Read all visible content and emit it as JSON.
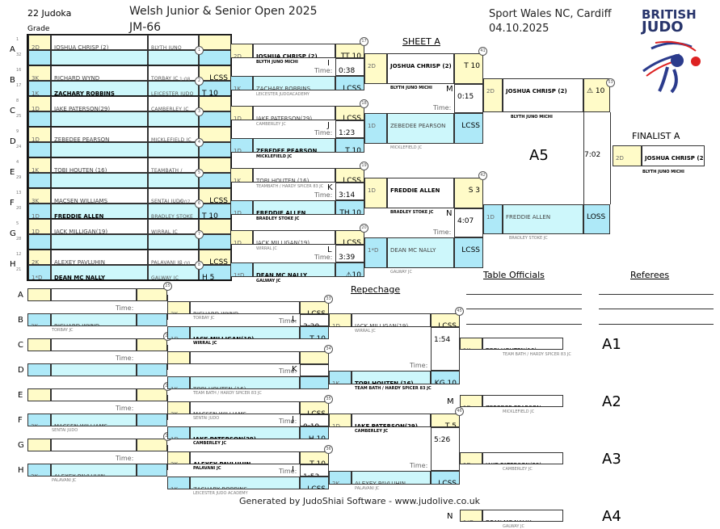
{
  "header": {
    "count": "22 Judoka",
    "grade_label": "Grade",
    "title": "Welsh Junior & Senior Open 2025",
    "category": "JM-66",
    "venue": "Sport Wales NC, Cardiff",
    "date": "04.10.2025",
    "logo_line1": "BRITISH",
    "logo_line2": "JUDO",
    "sheet": "SHEET A",
    "finalist": "FINALIST A",
    "repechage": "Repechage",
    "table_officials": "Table Officials",
    "referees": "Referees",
    "footer": "Generated by JudoShiai Software - www.judolive.co.uk",
    "time_label": "Time:"
  },
  "pool": [
    {
      "letter": "A",
      "n1": "1",
      "n2": "32",
      "g1": "2D",
      "p1": "JOSHUA CHRISP (2)",
      "c1": "BLYTH JUNO MICHI",
      "g2": "",
      "p2": "",
      "c2": "",
      "s1": "",
      "s2": "",
      "time": "",
      "m": "1"
    },
    {
      "letter": "B",
      "n1": "16",
      "n2": "17",
      "g1": "3K",
      "p1": "RICHARD WYND",
      "c1": "TORBAY JC",
      "g2": "1K",
      "p2": "ZACHARY ROBBINS",
      "c2": "LEICESTER JUDO ACADEMY",
      "s1": "LCSS",
      "s2": "T 10",
      "time": "1:08",
      "m": "2",
      "w": 2
    },
    {
      "letter": "C",
      "n1": "8",
      "n2": "25",
      "g1": "1D",
      "p1": "JAKE PATERSON(29)",
      "c1": "CAMBERLEY JC",
      "g2": "",
      "p2": "",
      "c2": "",
      "s1": "",
      "s2": "",
      "time": "",
      "m": "3"
    },
    {
      "letter": "D",
      "n1": "9",
      "n2": "24",
      "g1": "1D",
      "p1": "ZEBEDEE PEARSON",
      "c1": "MICKLEFIELD JC",
      "g2": "",
      "p2": "",
      "c2": "",
      "s1": "",
      "s2": "",
      "time": "",
      "m": "4"
    },
    {
      "letter": "E",
      "n1": "4",
      "n2": "29",
      "g1": "1K",
      "p1": "TOBI HOUTEN (16)",
      "c1": "TEAMBATH / HARDY SPICER 83 JC",
      "g2": "",
      "p2": "",
      "c2": "",
      "s1": "",
      "s2": "",
      "time": "",
      "m": "5"
    },
    {
      "letter": "F",
      "n1": "13",
      "n2": "20",
      "g1": "3K",
      "p1": "MACSEN WILLIAMS",
      "c1": "SENTAI JUDO",
      "g2": "1D",
      "p2": "FREDDIE ALLEN",
      "c2": "BRADLEY STOKE JC",
      "s1": "LCSS",
      "s2": "T 10",
      "time": "0:07",
      "m": "6",
      "w": 2
    },
    {
      "letter": "G",
      "n1": "5",
      "n2": "28",
      "g1": "1D",
      "p1": "JACK MILLIGAN(19)",
      "c1": "WIRRAL JC",
      "g2": "",
      "p2": "",
      "c2": "",
      "s1": "",
      "s2": "",
      "time": "",
      "m": "7"
    },
    {
      "letter": "H",
      "n1": "12",
      "n2": "21",
      "g1": "2K",
      "p1": "ALEXEY PAVLUHIN",
      "c1": "PALAVANI JC",
      "g2": "1*D",
      "p2": "DEAN MC NALLY",
      "c2": "GALWAY JC",
      "s1": "LCSS",
      "s2": "H 5",
      "time": "4:00",
      "m": "8",
      "w": 2
    }
  ],
  "r2": [
    {
      "m": "17",
      "letter": "I",
      "g1": "2D",
      "p1": "JOSHUA CHRISP (2)",
      "c1": "BLYTH JUNO MICHI",
      "s1": "TT 10",
      "time": "0:38",
      "g2": "1K",
      "p2": "ZACHARY ROBBINS",
      "c2": "LEICESTER JUDOACADEMY",
      "s2": "LCSS",
      "w": 1
    },
    {
      "m": "18",
      "letter": "J",
      "g1": "1D",
      "p1": "JAKE PATERSON(29)",
      "c1": "CAMBERLEY JC",
      "s1": "LCSS",
      "time": "1:23",
      "g2": "1D",
      "p2": "ZEBEDEE PEARSON",
      "c2": "MICKLEFIELD JC",
      "s2": "T 10",
      "w": 2
    },
    {
      "m": "19",
      "letter": "K",
      "g1": "1K",
      "p1": "TOBI HOUTEN (16)",
      "c1": "TEAMBATH / HARDY SPICER 83 JC",
      "s1": "LCSS",
      "time": "3:14",
      "g2": "1D",
      "p2": "FREDDIE ALLEN",
      "c2": "BRADLEY STOKE JC",
      "s2": "TH 10",
      "w": 2
    },
    {
      "m": "20",
      "letter": "L",
      "g1": "1D",
      "p1": "JACK MILLIGAN(19)",
      "c1": "WIRRAL JC",
      "s1": "LCSS",
      "time": "3:39",
      "g2": "1*D",
      "p2": "DEAN MC NALLY",
      "c2": "GALWAY JC",
      "s2": "⚠10",
      "w": 2
    }
  ],
  "semi": [
    {
      "m": "41",
      "letter": "M",
      "g1": "2D",
      "p1": "JOSHUA CHRISP (2)",
      "c1": "BLYTH JUNO MICHI",
      "s1": "T 10",
      "time": "0:15",
      "g2": "1D",
      "p2": "ZEBEDEE PEARSON",
      "c2": "MICKLEFIELD JC",
      "s2": "LCSS",
      "w": 1
    },
    {
      "m": "42",
      "letter": "N",
      "g1": "1D",
      "p1": "FREDDIE ALLEN",
      "c1": "BRADLEY STOKE JC",
      "s1": "S 3",
      "time": "4:07",
      "g2": "1*D",
      "p2": "DEAN MC NALLY",
      "c2": "GALWAY JC",
      "s2": "LCSS",
      "w": 1
    }
  ],
  "final": {
    "m": "53",
    "label": "A5",
    "g1": "2D",
    "p1": "JOSHUA CHRISP (2)",
    "c1": "BLYTH JUNO MICHI",
    "s1": "⚠ 10",
    "time": "7:02",
    "g2": "1D",
    "p2": "FREDDIE ALLEN",
    "c2": "BRADLEY STOKE JC",
    "s2": "LOSS",
    "finalist_grade": "2D",
    "finalist_name": "JOSHUA CHRISP (2)",
    "finalist_club": "BLYTH JUNO MICHI"
  },
  "rep1": [
    {
      "letter": "A",
      "g": "",
      "p": "",
      "c": ""
    },
    {
      "letter": "B",
      "g": "3K",
      "p": "RICHARD WYND",
      "c": "TORBAY JC"
    },
    {
      "letter": "C",
      "g": "",
      "p": "",
      "c": ""
    },
    {
      "letter": "D",
      "g": "",
      "p": "",
      "c": ""
    },
    {
      "letter": "E",
      "g": "",
      "p": "",
      "c": ""
    },
    {
      "letter": "F",
      "g": "3K",
      "p": "MACSEN WILLIAMS",
      "c": "SENTAI JUDO"
    },
    {
      "letter": "G",
      "g": "",
      "p": "",
      "c": ""
    },
    {
      "letter": "H",
      "g": "2K",
      "p": "ALEXEY PAVLUHIN",
      "c": "PALAVANI JC"
    }
  ],
  "rep1m": [
    "25",
    "26",
    "27",
    "28"
  ],
  "rep2": [
    {
      "m": "33",
      "letter": "L",
      "g1": "3K",
      "p1": "RICHARD WYND",
      "c1": "TORBAY JC",
      "s1": "LCSS",
      "time": "3:20",
      "g2": "1D",
      "p2": "JACK MILLIGAN(19)",
      "c2": "WIRRAL JC",
      "s2": "T 10",
      "w": 2
    },
    {
      "m": "34",
      "letter": "K",
      "g1": "",
      "p1": "",
      "c1": "",
      "s1": "",
      "time": "",
      "g2": "1K",
      "p2": "TOBI HOUTEN (16)",
      "c2": "TEAM BATH / HARDY SPICER 83 JC",
      "s2": "",
      "w": 0
    },
    {
      "m": "35",
      "letter": "J",
      "g1": "3K",
      "p1": "MACSEN WILLIAMS",
      "c1": "SENTAI JUDO",
      "s1": "LCSS",
      "time": "0:19",
      "g2": "1D",
      "p2": "JAKE PATERSON(29)",
      "c2": "CAMBERLEY JC",
      "s2": "H 10",
      "w": 2
    },
    {
      "m": "36",
      "letter": "I",
      "g1": "2K",
      "p1": "ALEXEY PAVLUHIN",
      "c1": "PALAVANI JC",
      "s1": "T 10",
      "time": "1:53",
      "g2": "1K",
      "p2": "ZACHARY ROBBINS",
      "c2": "LEICESTER JUDO ACADEMY",
      "s2": "LCSS",
      "w": 1
    }
  ],
  "rep3": [
    {
      "m": "45",
      "g1": "1D",
      "p1": "JACK MILLIGAN(19)",
      "c1": "WIRRAL JC",
      "s1": "LCSS",
      "time": "1:54",
      "g2": "1K",
      "p2": "TOBI HOUTEN (16)",
      "c2": "TEAM BATH / HARDY SPICER 83 JC",
      "s2": "KG 10",
      "w": 2
    },
    {
      "m": "46",
      "g1": "1D",
      "p1": "JAKE PATERSON(29)",
      "c1": "CAMBERLEY JC",
      "s1": "T 5",
      "time": "5:26",
      "g2": "2K",
      "p2": "ALEXEY PAVLUHIN",
      "c2": "PALAVANI JC",
      "s2": "LCSS",
      "w": 1
    }
  ],
  "places": [
    {
      "label": "A1",
      "g": "1K",
      "p": "TOBI HOUTEN(16)",
      "c": "TEAM BATH / HARDY SPICER 83 JC",
      "letter": ""
    },
    {
      "label": "A2",
      "g": "1D",
      "p": "ZEBEDEE PEARSON",
      "c": "MICKLEFIELD JC",
      "letter": "M"
    },
    {
      "label": "A3",
      "g": "1D",
      "p": "JAKE PATERSON(29)",
      "c": "CAMBERLEY JC",
      "letter": ""
    },
    {
      "label": "A4",
      "g": "1*D",
      "p": "DEAN MC NALLY",
      "c": "GALWAY JC",
      "letter": "N"
    }
  ]
}
